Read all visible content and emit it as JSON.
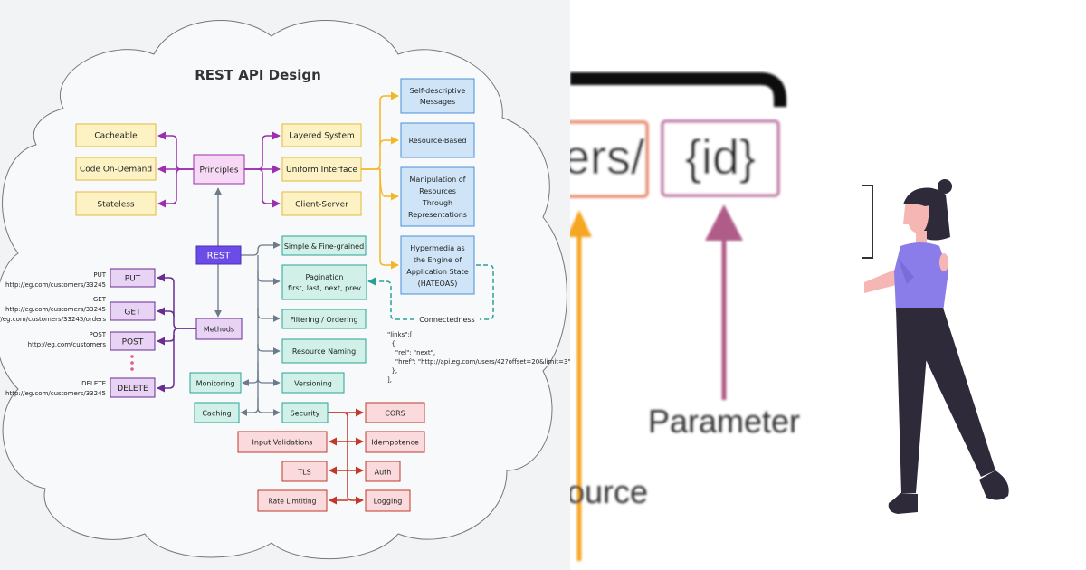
{
  "diagram": {
    "title": "REST API Design",
    "center": "REST",
    "principles": {
      "label": "Principles",
      "left": [
        "Cacheable",
        "Code On-Demand",
        "Stateless"
      ],
      "right": [
        "Layered System",
        "Uniform Interface",
        "Client-Server"
      ]
    },
    "uniform_interface_items": [
      [
        "Self-descriptive",
        "Messages"
      ],
      [
        "Resource-Based"
      ],
      [
        "Manipulation of",
        "Resources",
        "Through",
        "Representations"
      ],
      [
        "Hypermedia as",
        "the Engine of",
        "Application State",
        "(HATEOAS)"
      ]
    ],
    "connectedness": "Connectedness",
    "practices": [
      [
        "Simple & Fine-grained"
      ],
      [
        "Pagination",
        "first, last, next, prev"
      ],
      [
        "Filtering / Ordering"
      ],
      [
        "Resource Naming"
      ],
      [
        "Versioning"
      ],
      [
        "Security"
      ]
    ],
    "side_items": [
      "Monitoring",
      "Caching"
    ],
    "methods": {
      "label": "Methods",
      "items": [
        {
          "name": "PUT",
          "desc": [
            "PUT",
            "http://eg.com/customers/33245"
          ]
        },
        {
          "name": "GET",
          "desc": [
            "GET",
            "http://eg.com/customers/33245",
            "http://eg.com/customers/33245/orders"
          ]
        },
        {
          "name": "POST",
          "desc": [
            "POST",
            "http://eg.com/customers"
          ]
        },
        {
          "name": "DELETE",
          "desc": [
            "DELETE",
            "http://eg.com/customers/33245"
          ]
        }
      ]
    },
    "links_example": [
      "\"links\":[",
      "  {",
      "    \"rel\": \"next\",",
      "    \"href\": \"http://api.eg.com/users/42?offset=20&limit=3\"",
      "  },",
      "],"
    ],
    "security_left": [
      "Input Validations",
      "TLS",
      "Rate Limtiting"
    ],
    "security_right": [
      "CORS",
      "Idempotence",
      "Auth",
      "Logging"
    ]
  },
  "illustration": {
    "url_fragment_left": "ers/",
    "url_fragment_right": "{id}",
    "parameter_label": "Parameter",
    "resource_label": "ource"
  },
  "colors": {
    "purple": "#9b2fae",
    "method_purple": "#6a2c91",
    "orange": "#f5b625",
    "teal": "#2aa198",
    "red": "#c0392b",
    "gray": "#6c7a89",
    "yellow_fill": "#fdf2c4",
    "pink_fill": "#f7d9f5",
    "blue_fill": "#cfe5f7",
    "teal_fill": "#d1f1e8",
    "red_fill": "#fadadd",
    "rest_fill": "#6b4ce6"
  }
}
